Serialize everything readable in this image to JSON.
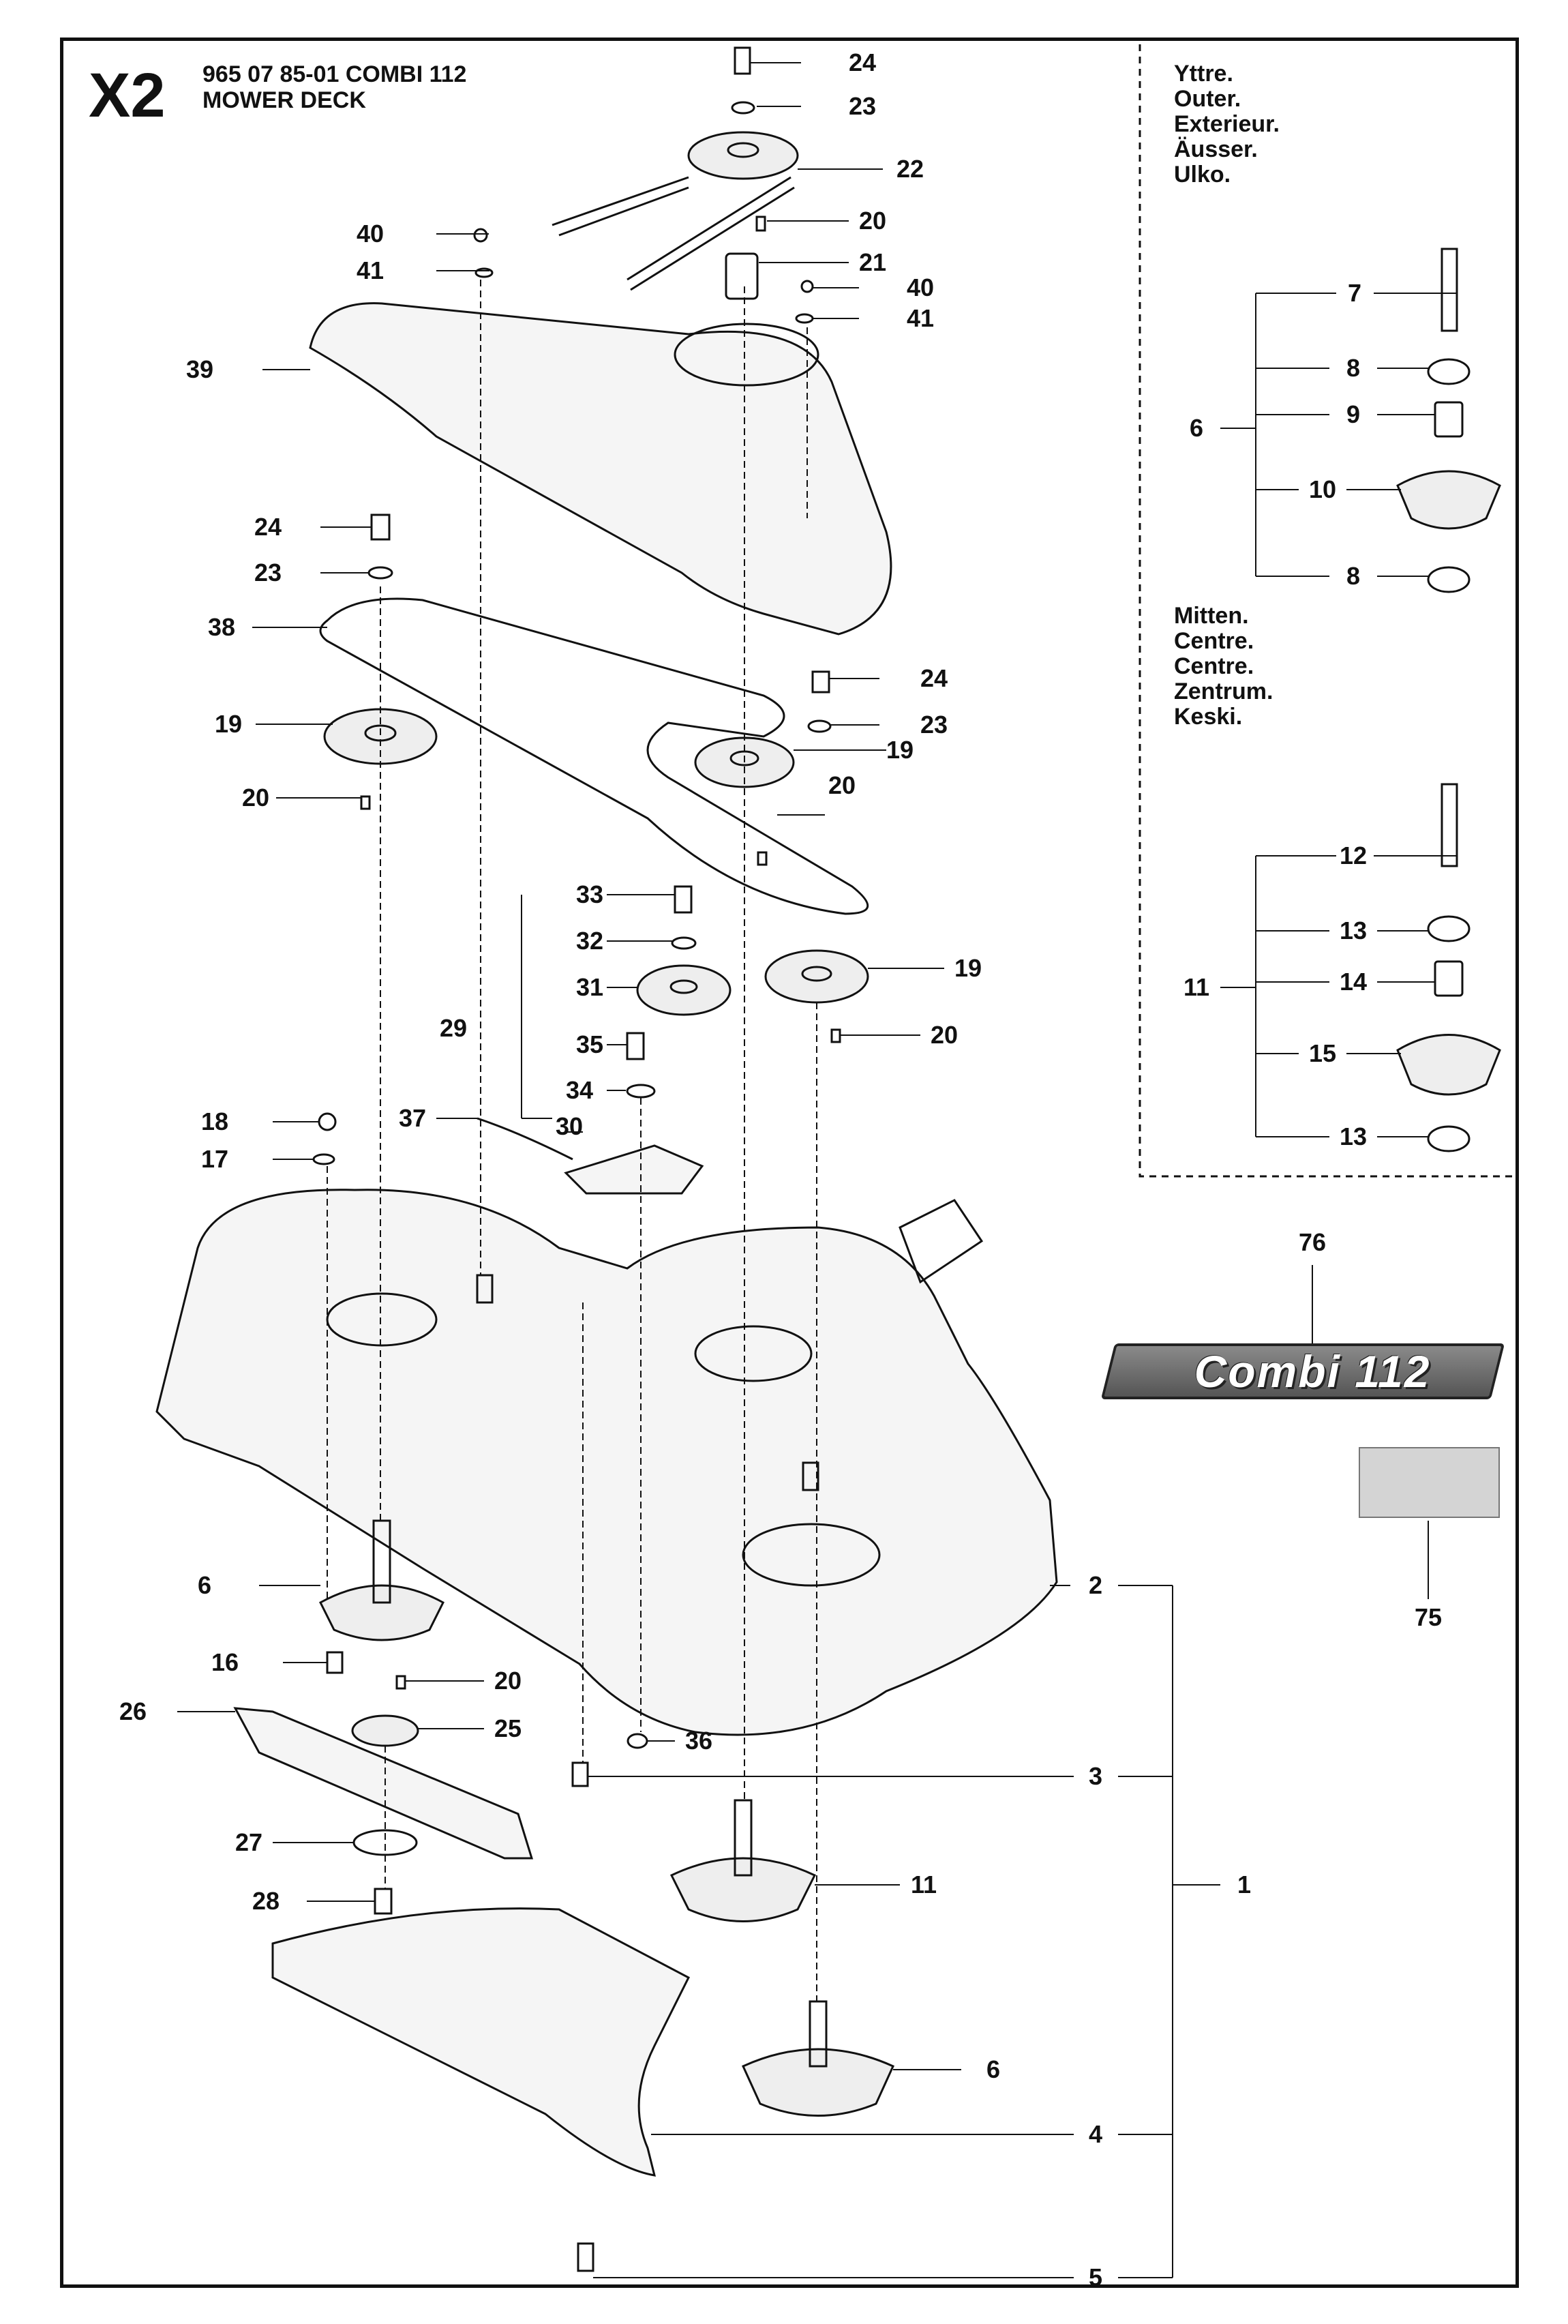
{
  "header": {
    "code": "X2",
    "line1": "965 07 85-01 COMBI 112",
    "line2": "MOWER DECK"
  },
  "inset_outer": [
    "Yttre.",
    "Outer.",
    "Exterieur.",
    "Äusser.",
    "Ulko."
  ],
  "inset_centre": [
    "Mitten.",
    "Centre.",
    "Centre.",
    "Zentrum.",
    "Keski."
  ],
  "badge_text": "Combi 112",
  "callouts": {
    "c24a": "24",
    "c23a": "23",
    "c22": "22",
    "c20a": "20",
    "c21": "21",
    "c40a": "40",
    "c41a": "41",
    "c40b": "40",
    "c41b": "41",
    "c39": "39",
    "c24b": "24",
    "c23b": "23",
    "c38": "38",
    "c24c": "24",
    "c23c": "23",
    "c19a": "19",
    "c19b": "19",
    "c20b": "20",
    "c20c": "20",
    "c33": "33",
    "c32": "32",
    "c31": "31",
    "c29": "29",
    "c35": "35",
    "c34": "34",
    "c37": "37",
    "c30": "30",
    "c19c": "19",
    "c20d": "20",
    "c18": "18",
    "c17": "17",
    "c6a": "6",
    "c16": "16",
    "c20e": "20",
    "c26": "26",
    "c25": "25",
    "c27": "27",
    "c28": "28",
    "c36": "36",
    "c2": "2",
    "c3": "3",
    "c11a": "11",
    "c1": "1",
    "c6b": "6",
    "c4": "4",
    "c5": "5",
    "c7": "7",
    "c8a": "8",
    "c9": "9",
    "c6c": "6",
    "c10": "10",
    "c8b": "8",
    "c12": "12",
    "c13a": "13",
    "c14": "14",
    "c11b": "11",
    "c15": "15",
    "c13b": "13",
    "c76": "76",
    "c75": "75"
  }
}
